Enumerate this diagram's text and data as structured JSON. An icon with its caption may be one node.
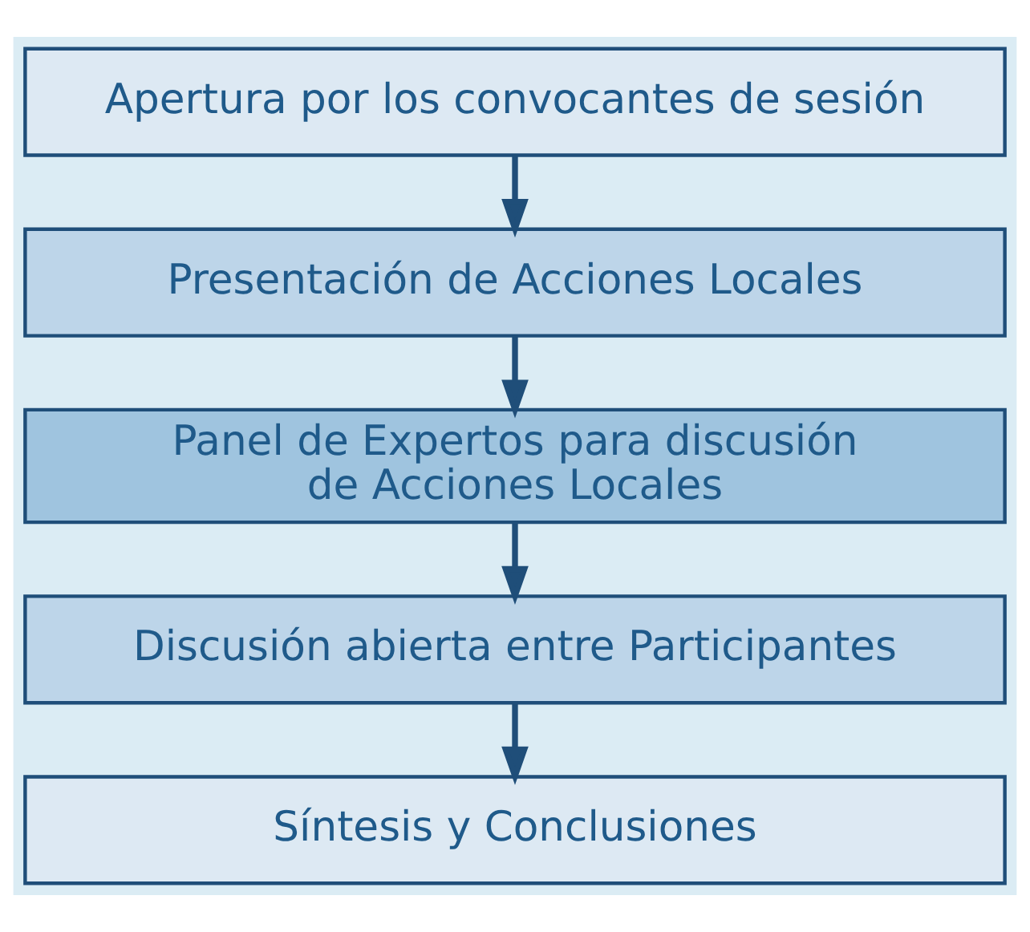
{
  "diagram": {
    "nodes": [
      {
        "text": [
          "Apertura por los convocantes de sesión"
        ]
      },
      {
        "text": [
          "Presentación de Acciones Locales"
        ]
      },
      {
        "text": [
          "Panel de Expertos para discusión de Acciones Locales"
        ]
      },
      {
        "text": [
          "Discusión abierta entre Participantes"
        ]
      },
      {
        "text": [
          "Síntesis y Conclusiones"
        ]
      }
    ],
    "edges": [
      {
        "from": 0,
        "to": 1,
        "arrow": "to"
      },
      {
        "from": 1,
        "to": 2,
        "arrow": "to"
      },
      {
        "from": 2,
        "to": 3,
        "arrow": "to"
      },
      {
        "from": 3,
        "to": 4,
        "arrow": "to"
      }
    ]
  }
}
